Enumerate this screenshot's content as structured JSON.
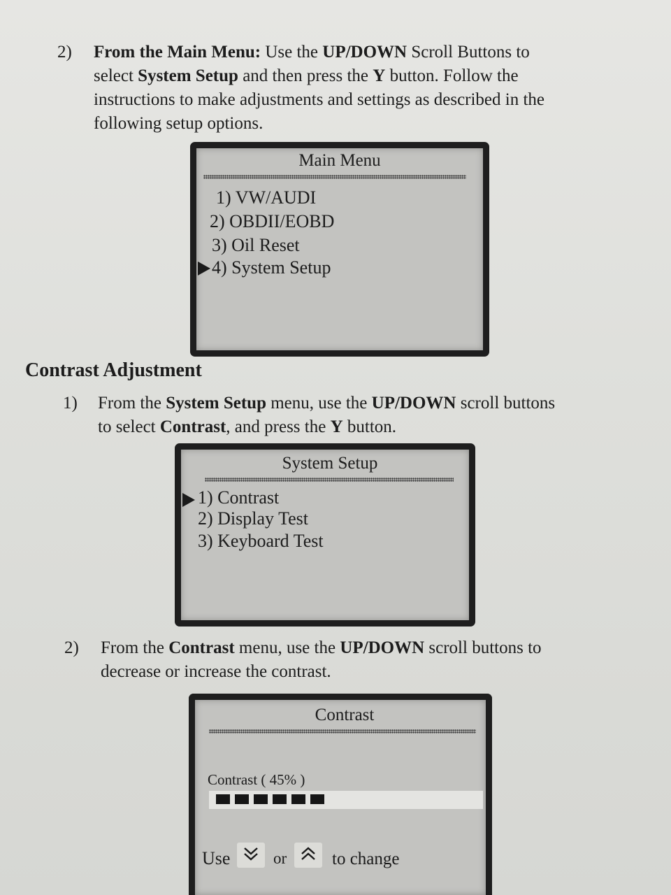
{
  "para_main_menu": {
    "number": "2)",
    "line1": [
      "From the Main Menu:",
      " Use the ",
      "UP/DOWN",
      " Scroll Buttons to"
    ],
    "line2": [
      "select ",
      "System Setup",
      " and then press the ",
      "Y",
      " button. Follow the"
    ],
    "line3": "instructions to make adjustments and settings as described in the",
    "line4": "following setup options."
  },
  "screen_main_menu": {
    "title": "Main Menu",
    "items": [
      "1) VW/AUDI",
      "2) OBDII/EOBD",
      "3) Oil Reset",
      "4) System Setup"
    ],
    "selected_index": 3
  },
  "section_heading": "Contrast Adjustment",
  "para_system_setup": {
    "number": "1)",
    "line1": [
      "From the ",
      "System Setup",
      " menu, use the ",
      "UP/DOWN",
      " scroll buttons"
    ],
    "line2": [
      "to select ",
      "Contrast",
      ", and press the ",
      "Y",
      " button."
    ]
  },
  "screen_system_setup": {
    "title": "System Setup",
    "items": [
      "1) Contrast",
      "2) Display Test",
      "3) Keyboard Test"
    ],
    "selected_index": 0
  },
  "para_contrast": {
    "number": "2)",
    "line1": [
      "From the ",
      "Contrast",
      " menu, use the ",
      "UP/DOWN",
      " scroll buttons to"
    ],
    "line2": "decrease or increase the contrast."
  },
  "screen_contrast": {
    "title": "Contrast",
    "label": "Contrast  ( 45% )",
    "filled_segments": 6,
    "hint_use": "Use",
    "hint_or": "or",
    "hint_change": "to change",
    "down_icon": "double-chevron-down-icon",
    "up_icon": "double-chevron-up-icon"
  }
}
